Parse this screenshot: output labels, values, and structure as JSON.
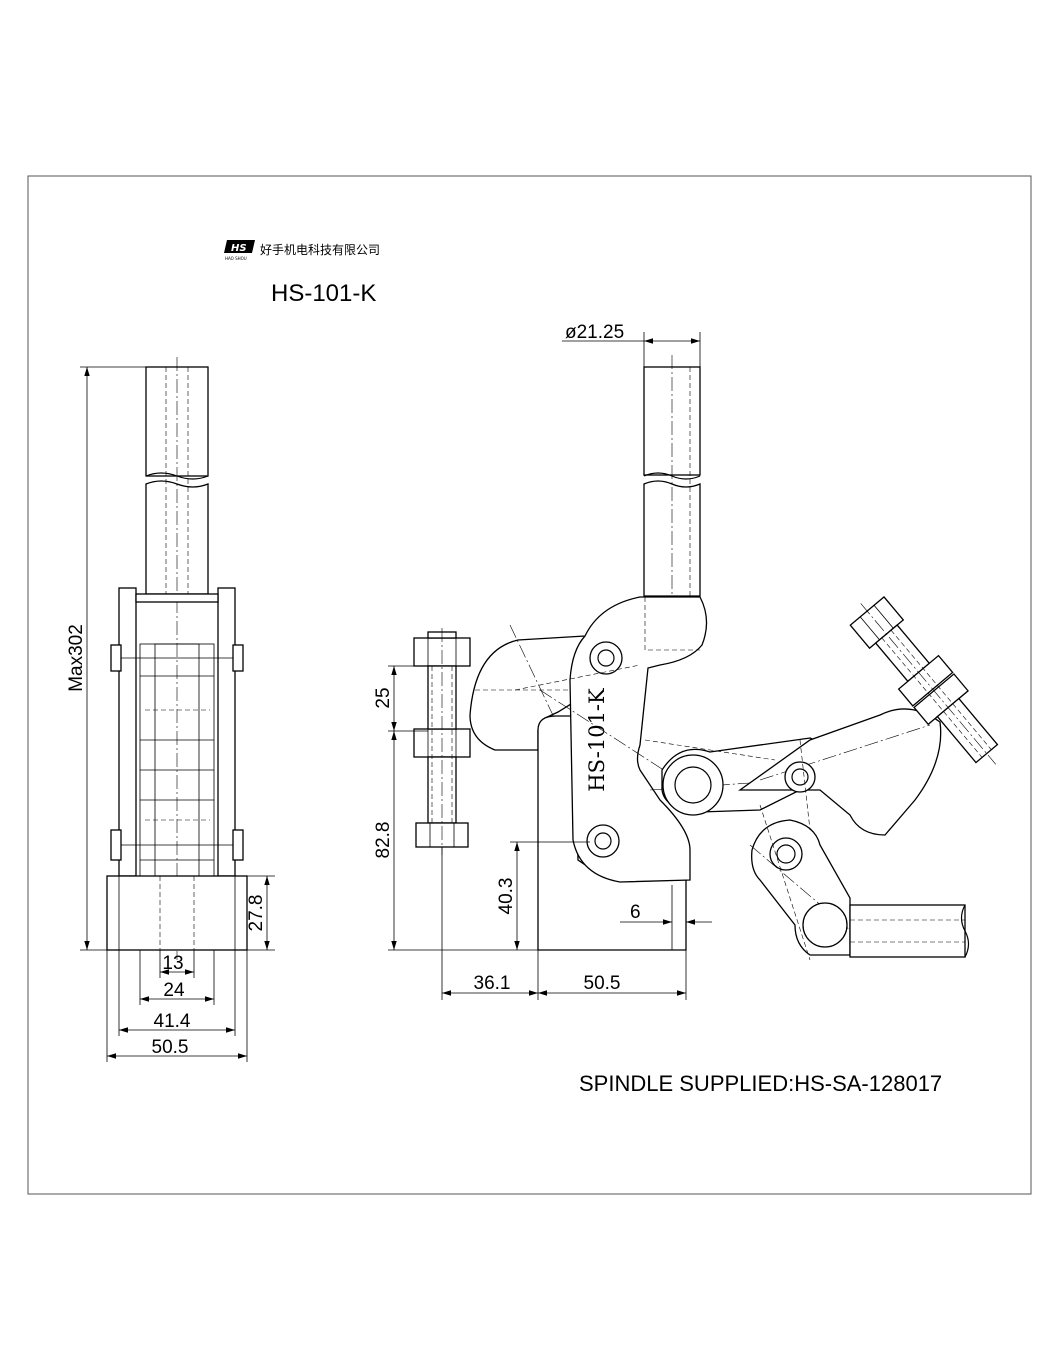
{
  "company": {
    "logo_text": "HS",
    "logo_sub": "HAO SHOU",
    "name": "好手机电科技有限公司"
  },
  "model": "HS-101-K",
  "part_marking": "HS-101-K",
  "note": "SPINDLE SUPPLIED:HS-SA-128017",
  "dimensions": {
    "total_height": "Max302",
    "handle_diameter": "ø21.25",
    "spindle_travel": "25",
    "spindle_height": "82.8",
    "pivot_height": "40.3",
    "base_height": "27.8",
    "base_offset": "6",
    "width_13": "13",
    "width_24": "24",
    "width_41_4": "41.4",
    "width_50_5_side": "50.5",
    "spindle_reach": "36.1",
    "base_length": "50.5"
  }
}
